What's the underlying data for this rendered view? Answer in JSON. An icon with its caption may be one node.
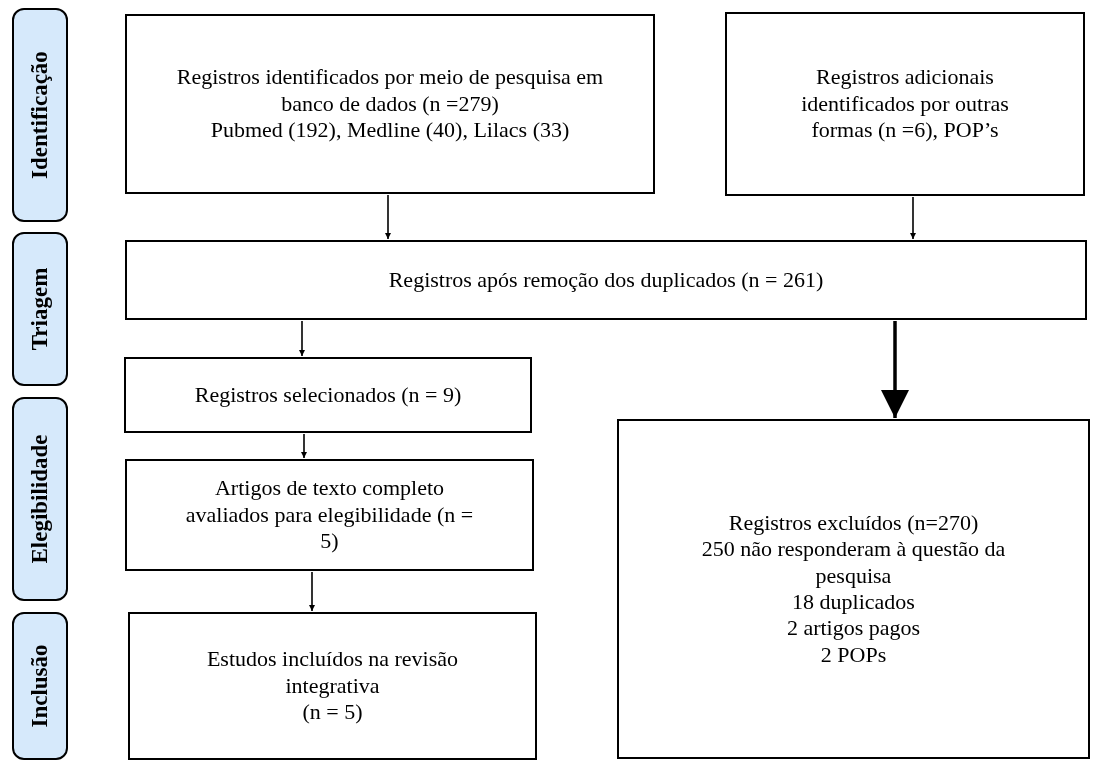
{
  "diagram": {
    "nodes": [
      {
        "text": [
          "Identificação"
        ]
      },
      {
        "text": [
          "Triagem"
        ]
      },
      {
        "text": [
          "Elegibilidade"
        ]
      },
      {
        "text": [
          "Inclusão"
        ]
      },
      {
        "text": [
          "Registros identificados por meio de pesquisa em banco de dados (n =279)",
          "Pubmed (192), Medline (40), Lilacs (33)"
        ]
      },
      {
        "text": [
          "Registros adicionais identificados por outras formas (n =6), POP’s"
        ]
      },
      {
        "text": [
          "Registros após remoção dos duplicados (n = 261)"
        ]
      },
      {
        "text": [
          "Registros selecionados (n = 9)"
        ]
      },
      {
        "text": [
          "Artigos de texto completo avaliados para elegibilidade (n = 5)"
        ]
      },
      {
        "text": [
          "Estudos incluídos na revisão integrativa",
          "(n = 5)"
        ]
      },
      {
        "text": [
          "Registros excluídos (n=270)",
          "250 não responderam à questão da pesquisa",
          "18 duplicados",
          "2 artigos pagos",
          "2 POPs"
        ]
      }
    ],
    "edges": [
      {
        "from": 4,
        "to": 6,
        "arrow": "to"
      },
      {
        "from": 5,
        "to": 6,
        "arrow": "to"
      },
      {
        "from": 6,
        "to": 7,
        "arrow": "to"
      },
      {
        "from": 6,
        "to": 10,
        "arrow": "to",
        "style": "thick"
      },
      {
        "from": 7,
        "to": 8,
        "arrow": "to"
      },
      {
        "from": 8,
        "to": 9,
        "arrow": "to"
      }
    ]
  }
}
